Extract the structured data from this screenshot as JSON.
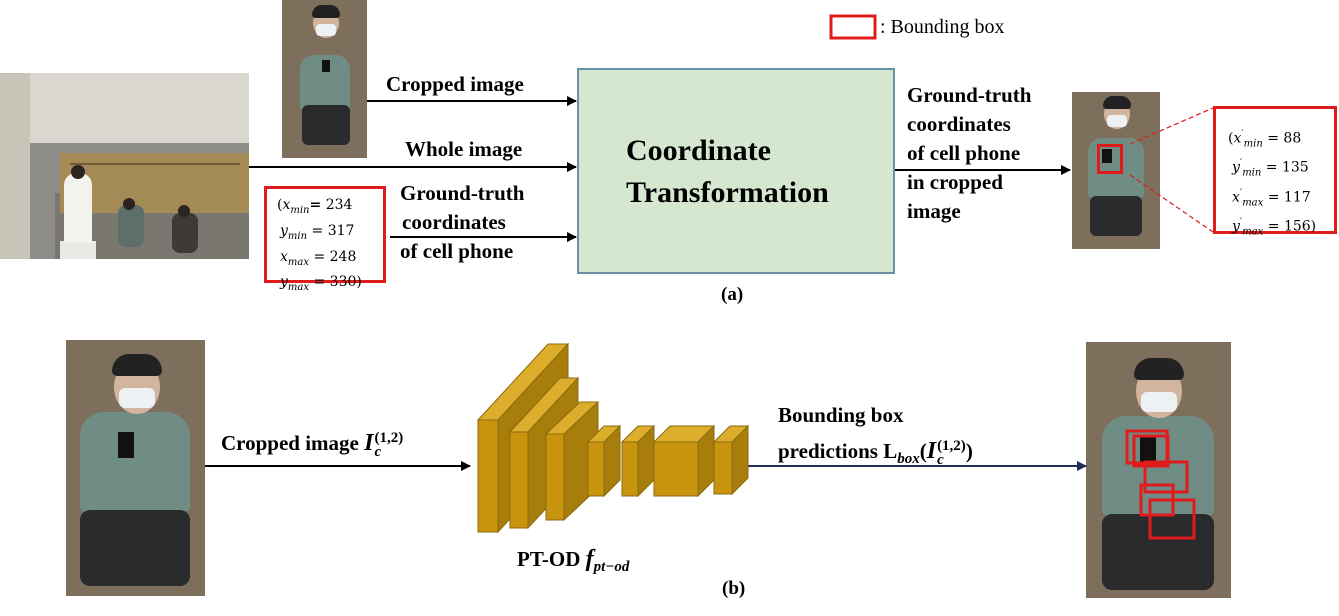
{
  "legend": {
    "label": ": Bounding box",
    "color": "#e01b1b"
  },
  "panel_a": {
    "caption": "(a)",
    "arrow_cropped_label": "Cropped image",
    "arrow_whole_label": "Whole image",
    "arrow_gt_label_lines": [
      "Ground-truth",
      "coordinates",
      "of cell phone"
    ],
    "transform_title_lines": [
      "Coordinate",
      "Transformation"
    ],
    "output_label_lines": [
      "Ground-truth",
      "coordinates",
      "of cell phone",
      "in cropped",
      "image"
    ],
    "input_coords": {
      "open": "(",
      "rows": [
        {
          "sym": "x",
          "sub": "min",
          "op": "=",
          "value": "234"
        },
        {
          "sym": "y",
          "sub": "min",
          "op": "=",
          "value": "317"
        },
        {
          "sym": "x",
          "sub": "max",
          "op": "=",
          "value": "248"
        },
        {
          "sym": "y",
          "sub": "max",
          "op": "=",
          "value": "330",
          "close": ")"
        }
      ]
    },
    "output_coords": {
      "open": "(",
      "rows": [
        {
          "sym": "x",
          "prime": "′",
          "sub": "min",
          "op": "=",
          "value": "88"
        },
        {
          "sym": "y",
          "prime": "′",
          "sub": "min",
          "op": "=",
          "value": "135"
        },
        {
          "sym": "x",
          "prime": "′",
          "sub": "max",
          "op": "=",
          "value": "117"
        },
        {
          "sym": "y",
          "prime": "′",
          "sub": "max",
          "op": "=",
          "value": "156",
          "close": ")"
        }
      ]
    }
  },
  "panel_b": {
    "caption": "(b)",
    "input_label": "Cropped image ",
    "input_symbol": "I",
    "input_sub": "c",
    "input_sup": "(1,2)",
    "model_label": "PT-OD ",
    "model_symbol": "f",
    "model_sub": "pt−od",
    "output_label_line1": "Bounding box",
    "output_label_line2": "predictions L",
    "output_sub": "box",
    "output_paren": "(",
    "output_symbol": "I",
    "output_sym_sub": "c",
    "output_sym_sup": "(1,2)",
    "output_close": ")"
  },
  "colors": {
    "box_red": "#e01b1b",
    "green_fill": "#d5e8cf",
    "layer_gold": "#c9950f",
    "arrow_navy": "#1f2d5c"
  }
}
